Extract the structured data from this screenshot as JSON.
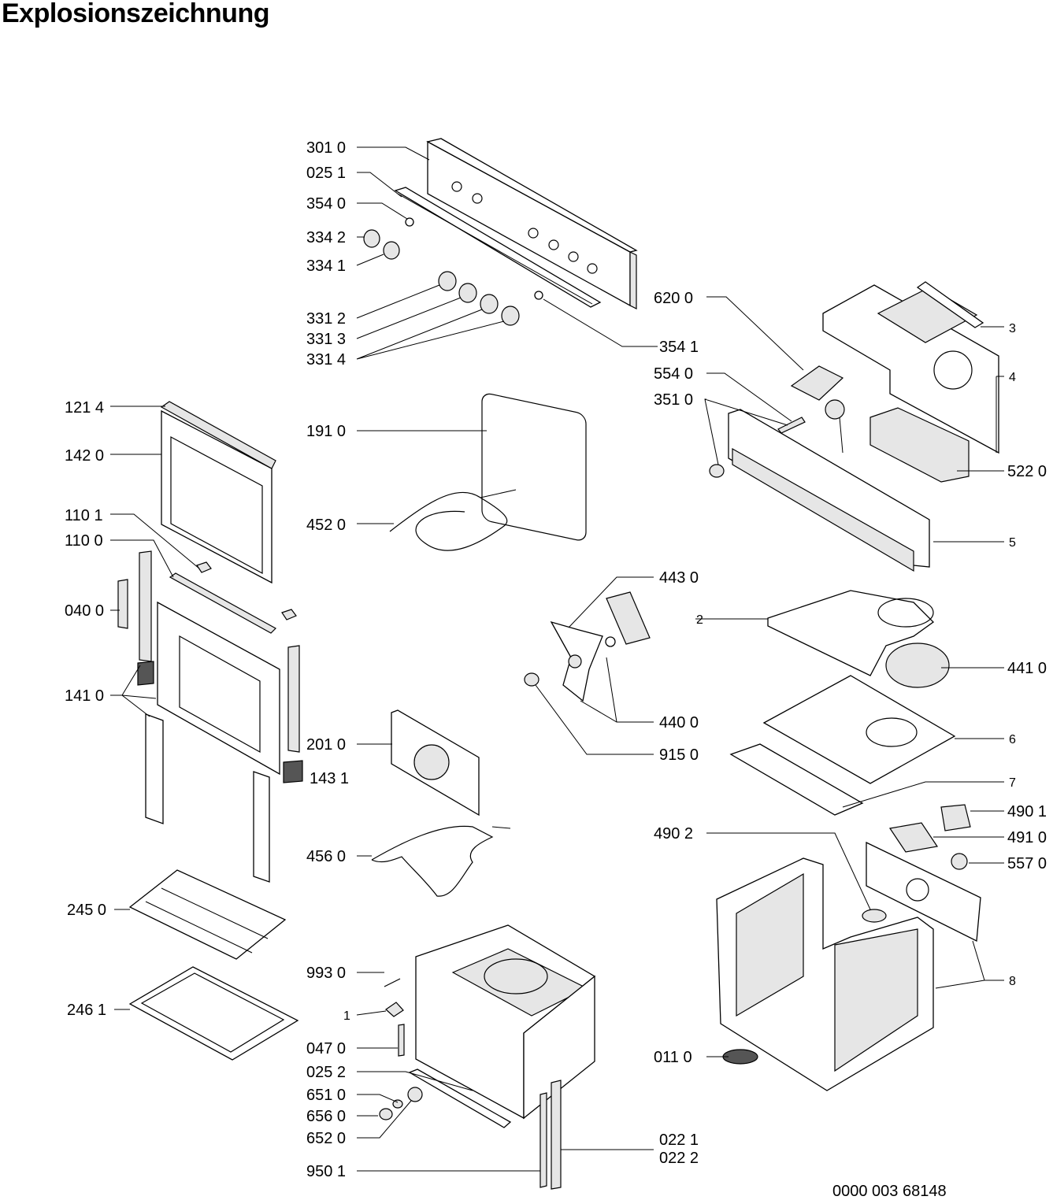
{
  "title": "Explosionszeichnung",
  "document_number": "0000 003 68148",
  "part_labels": [
    "301 0",
    "025 1",
    "354 0",
    "334 2",
    "334 1",
    "331 2",
    "331 3",
    "331 4",
    "354 1",
    "620 0",
    "554 0",
    "351 0",
    "522 0",
    "121 4",
    "142 0",
    "191 0",
    "452 0",
    "110 1",
    "110 0",
    "040 0",
    "141 0",
    "443 0",
    "441 0",
    "440 0",
    "915 0",
    "201 0",
    "143 1",
    "456 0",
    "490 1",
    "491 0",
    "557 0",
    "490 2",
    "245 0",
    "246 1",
    "993 0",
    "047 0",
    "025 2",
    "651 0",
    "656 0",
    "652 0",
    "011 0",
    "022 1",
    "022 2",
    "950 1"
  ],
  "callout_numbers": [
    "3",
    "4",
    "5",
    "2",
    "6",
    "7",
    "8",
    "1"
  ]
}
